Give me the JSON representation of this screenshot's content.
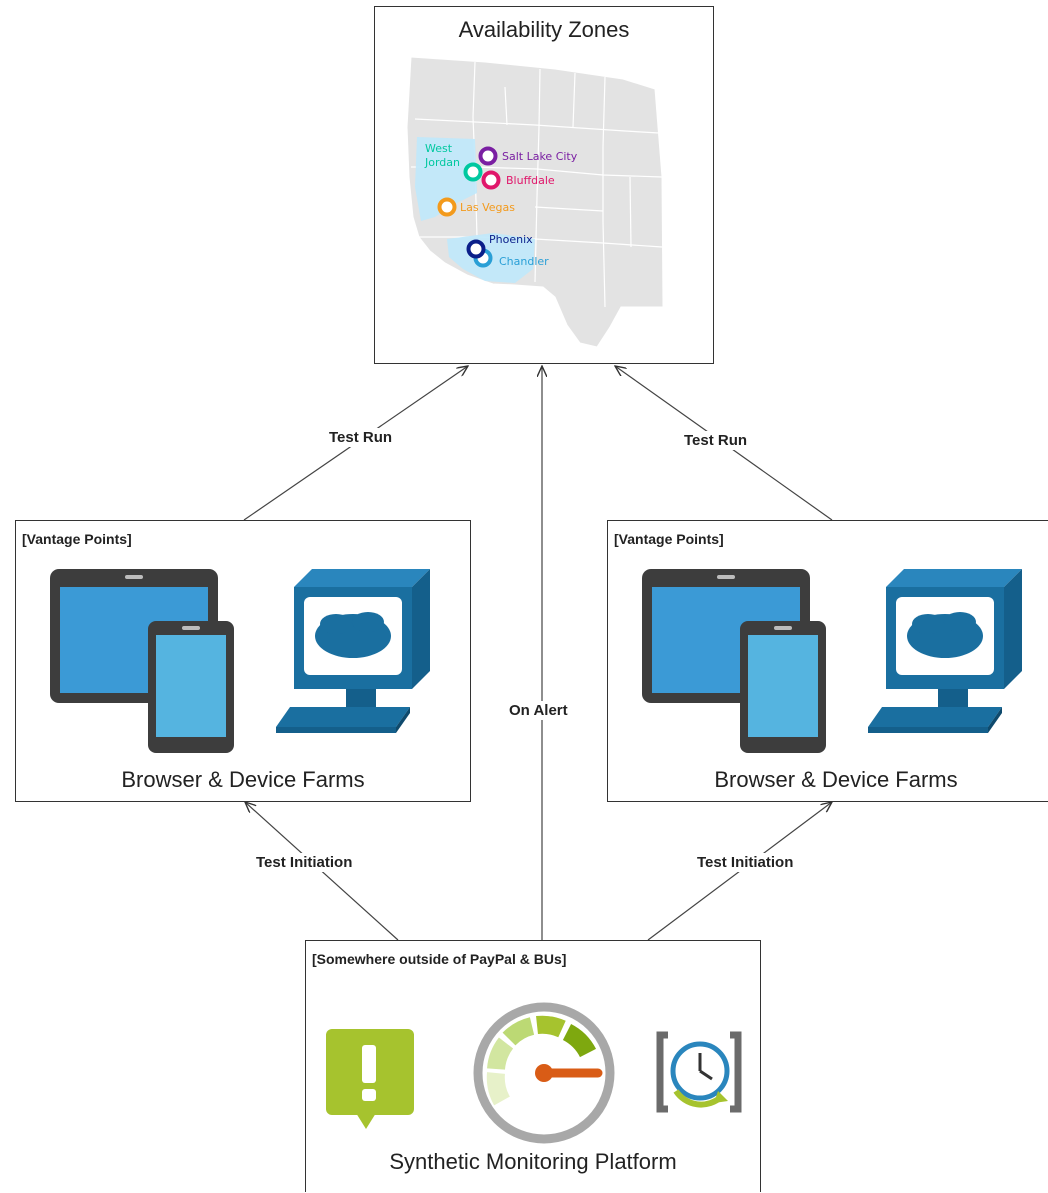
{
  "zones": {
    "title": "Availability Zones",
    "cities": [
      {
        "name": "West",
        "color": "#00c8a0"
      },
      {
        "name": "Jordan",
        "color": "#00c8a0"
      },
      {
        "name": "Salt Lake City",
        "color": "#7a1fa2"
      },
      {
        "name": "Bluffdale",
        "color": "#e0166a"
      },
      {
        "name": "Las Vegas",
        "color": "#f39a1c"
      },
      {
        "name": "Phoenix",
        "color": "#0b1f8a"
      },
      {
        "name": "Chandler",
        "color": "#2a9fd6"
      }
    ]
  },
  "vantage_left": {
    "tag": "[Vantage Points]",
    "title": "Browser & Device Farms"
  },
  "vantage_right": {
    "tag": "[Vantage Points]",
    "title": "Browser & Device Farms"
  },
  "platform": {
    "tag": "[Somewhere outside of PayPal &  BUs]",
    "title": "Synthetic Monitoring Platform"
  },
  "edges": {
    "test_run_left": "Test Run",
    "test_run_right": "Test Run",
    "on_alert": "On Alert",
    "test_init_left": "Test Initiation",
    "test_init_right": "Test Initiation"
  },
  "colors": {
    "device_frame": "#3d3d3d",
    "screen_blue": "#3b9ad6",
    "computer_blue": "#1a6fa0",
    "alert_green": "#a6c32e",
    "gauge_gray": "#a8a8a8",
    "needle_orange": "#d95c16"
  }
}
